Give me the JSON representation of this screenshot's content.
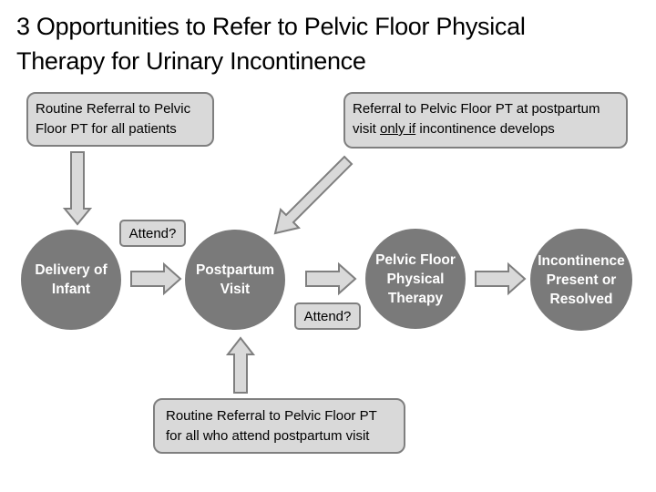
{
  "title": {
    "line1": "3 Opportunities to Refer to Pelvic Floor Physical",
    "line2": "Therapy for Urinary Incontinence"
  },
  "referral_boxes": {
    "top_left": {
      "line1": "Routine Referral to Pelvic",
      "line2": "Floor PT for all patients"
    },
    "top_right": {
      "line1": "Referral to Pelvic Floor PT at postpartum",
      "line2_prefix": "visit ",
      "line2_underlined": "only if",
      "line2_suffix": " incontinence develops"
    },
    "bottom": {
      "line1": "Routine Referral to Pelvic Floor PT",
      "line2": "for all who attend postpartum visit"
    }
  },
  "steps": [
    {
      "line1": "Delivery of",
      "line2": "Infant"
    },
    {
      "line1": "Postpartum",
      "line2": "Visit"
    },
    {
      "line1": "Pelvic Floor",
      "line2": "Physical",
      "line3": "Therapy"
    },
    {
      "line1": "Incontinence",
      "line2": "Present or",
      "line3": "Resolved"
    }
  ],
  "attend_labels": {
    "first": "Attend?",
    "second": "Attend?"
  },
  "colors": {
    "circle_fill": "#7a7a7a",
    "box_fill": "#d9d9d9",
    "box_border": "#7f7f7f",
    "arrow_fill": "#d9d9d9",
    "arrow_border": "#7f7f7f"
  }
}
